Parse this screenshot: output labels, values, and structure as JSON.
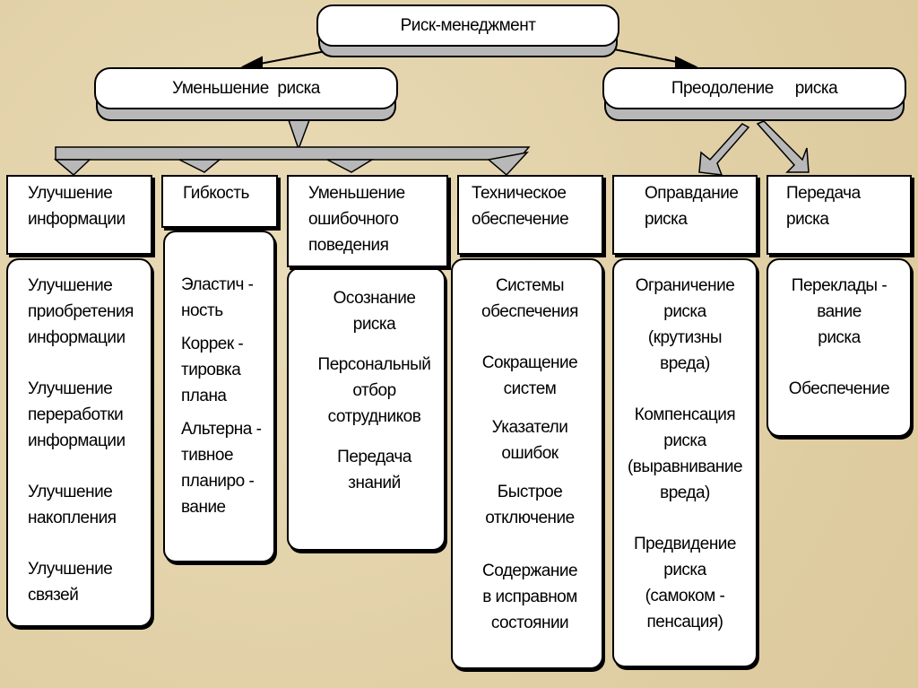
{
  "root": "Риск-менеджмент",
  "branches": {
    "left": "Уменьшение  риска",
    "right": "Преодоление     риска"
  },
  "categories": [
    {
      "title": "Улучшение\nинформации",
      "items": [
        "Улучшение\nприобретения\nинформации",
        "Улучшение\nпереработки\nинформации",
        "Улучшение\nнакопления",
        "Улучшение\nсвязей"
      ]
    },
    {
      "title": "Гибкость",
      "items": [
        "Эластич -\nность",
        "Коррек -\nтировка\nплана",
        "Альтерна -\nтивное\nпланиро -\nвание"
      ]
    },
    {
      "title": "Уменьшение\nошибочного\nповедения",
      "items": [
        "Осознание\nриска",
        "Персональный\nотбор\nсотрудников",
        "Передача\nзнаний"
      ]
    },
    {
      "title": "Техническое\nобеспечение",
      "items": [
        "Системы\nобеспечения",
        "Сокращение\nсистем",
        "Указатели\nошибок",
        "Быстрое\nотключение",
        "Содержание\nв исправном\nсостоянии"
      ]
    },
    {
      "title": "Оправдание\nриска",
      "items": [
        "Ограничение\nриска\n(крутизны\nвреда)",
        "Компенсация\nриска\n(выравнивание\nвреда)",
        "Предвидение\nриска\n(самоком -\nпенсация)"
      ]
    },
    {
      "title": "Передача\nриска",
      "items": [
        "Переклады -\nвание\nриска",
        "Обеспечение"
      ]
    }
  ]
}
